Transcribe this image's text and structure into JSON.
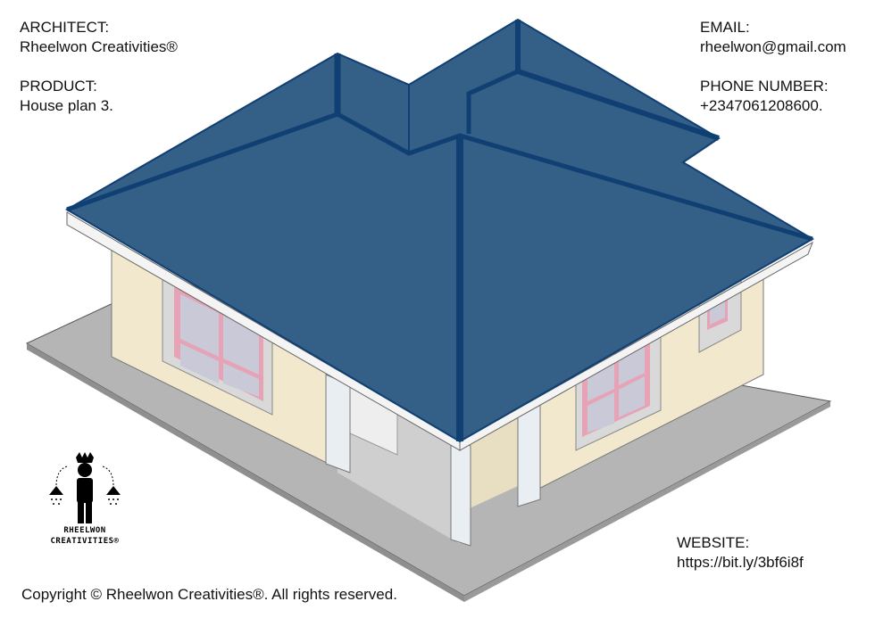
{
  "architect": {
    "label": "ARCHITECT:",
    "value": "Rheelwon Creativities®"
  },
  "product": {
    "label": "PRODUCT:",
    "value": "House plan 3."
  },
  "email": {
    "label": "EMAIL:",
    "value": "rheelwon@gmail.com"
  },
  "phone": {
    "label": "PHONE NUMBER:",
    "value": "+2347061208600."
  },
  "website": {
    "label": "WEBSITE:",
    "value": "https://bit.ly/3bf6i8f"
  },
  "copyright": "Copyright © Rheelwon Creativities®. All rights reserved.",
  "logo": {
    "line1": "RHEELWON",
    "line2": "CREATIVITIES®"
  },
  "colors": {
    "roof": "#345f86",
    "roof_ridge": "#0f3f73",
    "wall": "#f1e8ce",
    "ground": "#b5b5b5",
    "window_frame": "#e7a3b6",
    "glass": "#c9c9d8",
    "column": "#e9eef2"
  }
}
